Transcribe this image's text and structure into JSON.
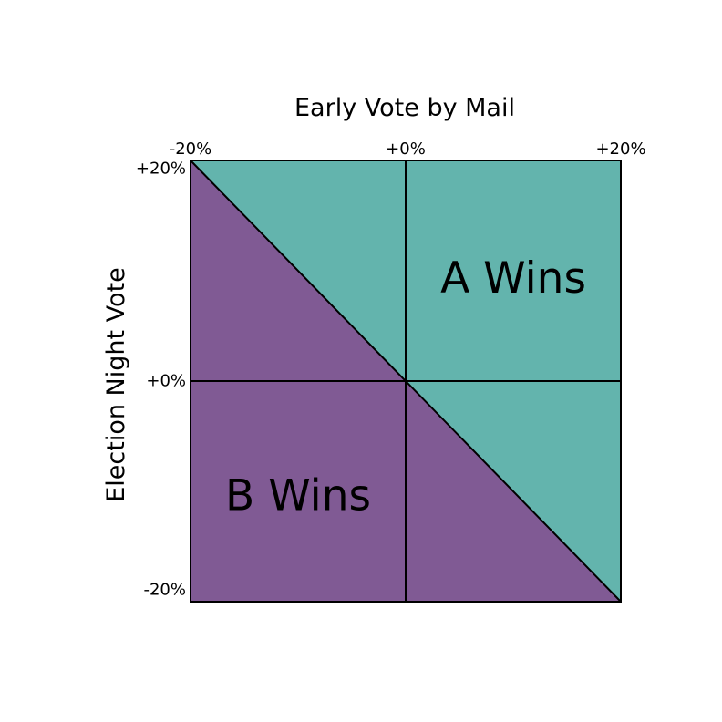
{
  "chart_data": {
    "type": "area",
    "title": "Early Vote by Mail",
    "xlabel": "",
    "ylabel": "Election Night Vote",
    "xlim": [
      -20,
      20
    ],
    "ylim": [
      -20,
      20
    ],
    "x_ticks": [
      {
        "value": -20,
        "label": "-20%"
      },
      {
        "value": 0,
        "label": "+0%"
      },
      {
        "value": 20,
        "label": "+20%"
      }
    ],
    "y_ticks": [
      {
        "value": 20,
        "label": "+20%"
      },
      {
        "value": 0,
        "label": "+0%"
      },
      {
        "value": -20,
        "label": "-20%"
      }
    ],
    "x_axis_position": "top",
    "grid": false,
    "divider_lines": [
      {
        "from": [
          0,
          -20
        ],
        "to": [
          0,
          20
        ]
      },
      {
        "from": [
          -20,
          0
        ],
        "to": [
          20,
          0
        ]
      }
    ],
    "boundary": {
      "equation": "x + y = 0",
      "from": [
        -20,
        20
      ],
      "to": [
        20,
        -20
      ]
    },
    "regions": [
      {
        "label": "A Wins",
        "condition": "x + y > 0",
        "color": "#63b4ad",
        "label_at": [
          10,
          9.3
        ]
      },
      {
        "label": "B Wins",
        "condition": "x + y < 0",
        "color": "#805a94",
        "label_at": [
          -10,
          -10.4
        ]
      }
    ]
  }
}
